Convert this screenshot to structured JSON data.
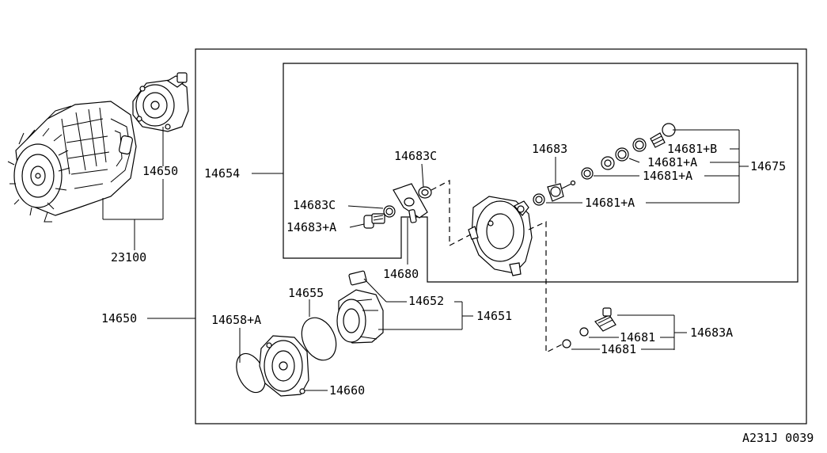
{
  "labels": {
    "alternator_assy": "23100",
    "vacuum_pump_outer": "14650",
    "vacuum_pump_main": "14650",
    "housing_assy": "14654",
    "washer_c_left": "14683C",
    "bolt_a": "14683+A",
    "washer_c_top": "14683C",
    "fitting": "14680",
    "valve": "14683",
    "seal_b": "14681+B",
    "seal_a1": "14681+A",
    "seal_a2": "14681+A",
    "seal_a3": "14681+A",
    "valve_kit": "14675",
    "plate": "14652",
    "rotor_kit": "14651",
    "gasket_655": "14655",
    "gasket_658": "14658+A",
    "cover": "14660",
    "washer_1": "14681",
    "washer_2": "14681",
    "connector_kit": "14683A"
  },
  "figure_code": "A231J 0039"
}
